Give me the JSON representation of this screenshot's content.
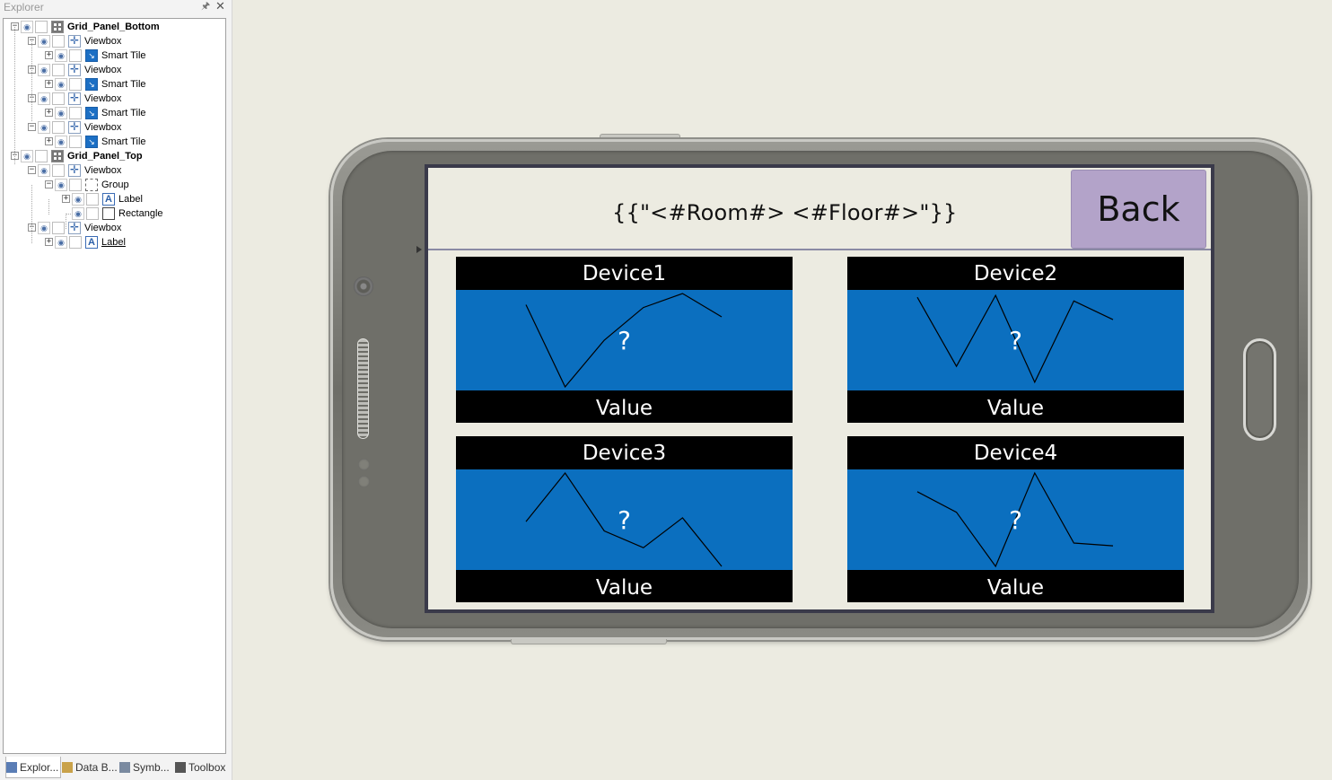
{
  "explorer": {
    "title": "Explorer",
    "pin_icon": "pin-icon",
    "close_icon": "close-icon",
    "tree": [
      {
        "label": "Grid_Panel_Bottom",
        "icon": "grid-panel-icon",
        "expander": "−"
      },
      {
        "label": "Viewbox",
        "icon": "viewbox-icon",
        "expander": "−"
      },
      {
        "label": "Smart Tile",
        "icon": "smart-tile-icon",
        "expander": "+"
      },
      {
        "label": "Viewbox",
        "icon": "viewbox-icon",
        "expander": "−"
      },
      {
        "label": "Smart Tile",
        "icon": "smart-tile-icon",
        "expander": "+"
      },
      {
        "label": "Viewbox",
        "icon": "viewbox-icon",
        "expander": "−"
      },
      {
        "label": "Smart Tile",
        "icon": "smart-tile-icon",
        "expander": "+"
      },
      {
        "label": "Viewbox",
        "icon": "viewbox-icon",
        "expander": "−"
      },
      {
        "label": "Smart Tile",
        "icon": "smart-tile-icon",
        "expander": "+"
      },
      {
        "label": "Grid_Panel_Top",
        "icon": "grid-panel-icon",
        "expander": "−"
      },
      {
        "label": "Viewbox",
        "icon": "viewbox-icon",
        "expander": "−"
      },
      {
        "label": "Group",
        "icon": "group-icon",
        "expander": "−"
      },
      {
        "label": "Label",
        "icon": "label-icon",
        "expander": "+"
      },
      {
        "label": "Rectangle",
        "icon": "rectangle-icon",
        "expander": ""
      },
      {
        "label": "Viewbox",
        "icon": "viewbox-icon",
        "expander": "−"
      },
      {
        "label": "Label",
        "icon": "label-icon",
        "expander": "+"
      }
    ],
    "tabs": [
      {
        "label": "Explor...",
        "icon": "explorer-tab-icon"
      },
      {
        "label": "Data B...",
        "icon": "database-tab-icon"
      },
      {
        "label": "Symb...",
        "icon": "symbols-tab-icon"
      },
      {
        "label": "Toolbox",
        "icon": "toolbox-tab-icon"
      }
    ]
  },
  "screen": {
    "title": "{{\"<#Room#> <#Floor#>\"}}",
    "back_label": "Back",
    "back_color": "#b3a3c9",
    "tile_color": "#0b6fbf",
    "tiles": [
      {
        "name": "Device1",
        "value": "Value",
        "placeholder": "?",
        "sparkline": [
          0.12,
          1.0,
          0.5,
          0.15,
          0.0,
          0.25
        ]
      },
      {
        "name": "Device2",
        "value": "Value",
        "placeholder": "?",
        "sparkline": [
          0.04,
          0.78,
          0.02,
          0.95,
          0.08,
          0.28
        ]
      },
      {
        "name": "Device3",
        "value": "Value",
        "placeholder": "?",
        "sparkline": [
          0.52,
          0.0,
          0.62,
          0.8,
          0.48,
          1.0
        ]
      },
      {
        "name": "Device4",
        "value": "Value",
        "placeholder": "?",
        "sparkline": [
          0.2,
          0.42,
          1.0,
          0.0,
          0.75,
          0.78
        ]
      }
    ]
  }
}
